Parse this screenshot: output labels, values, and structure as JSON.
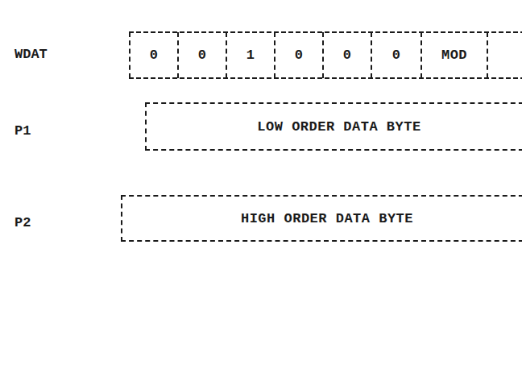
{
  "diagram": {
    "nodes": [
      {
        "text": [
          "0"
        ]
      },
      {
        "text": [
          "0"
        ]
      },
      {
        "text": [
          "1"
        ]
      },
      {
        "text": [
          "0"
        ]
      },
      {
        "text": [
          "0"
        ]
      },
      {
        "text": [
          "0"
        ]
      },
      {
        "text": [
          "MOD"
        ]
      },
      {
        "text": [
          "LOW ORDER DATA BYTE"
        ]
      },
      {
        "text": [
          "HIGH ORDER DATA BYTE"
        ]
      }
    ],
    "labels": [
      "WDAT",
      "P1",
      "P2"
    ]
  }
}
